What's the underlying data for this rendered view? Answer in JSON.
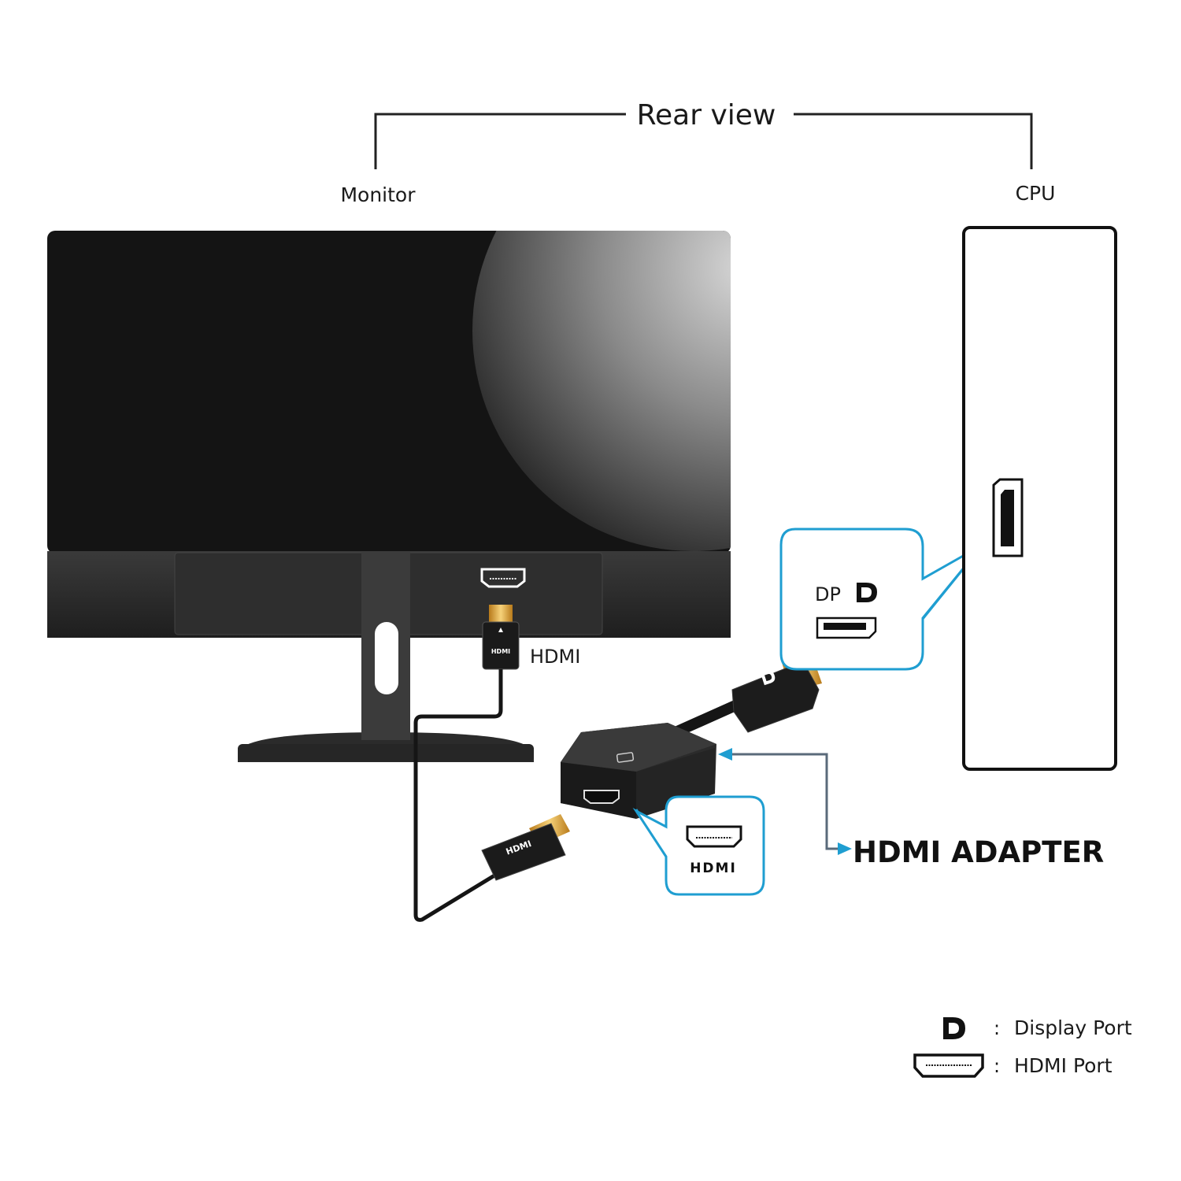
{
  "diagram": {
    "header": {
      "title": "Rear view",
      "left_label": "Monitor",
      "right_label": "CPU"
    },
    "monitor": {
      "port_label": "HDMI"
    },
    "callout_dp": {
      "label": "DP"
    },
    "callout_hdmi": {
      "logo_text": "HDMI"
    },
    "adapter_label": "HDMI ADAPTER",
    "plug_text": "HDMI",
    "legend": [
      {
        "icon": "displayport-icon",
        "separator": ":",
        "text": "Display Port"
      },
      {
        "icon": "hdmi-port-icon",
        "separator": ":",
        "text": "HDMI Port"
      }
    ]
  },
  "colors": {
    "accent": "#1f9ed1",
    "arrow_line": "#5a6a7a",
    "ink": "#111111",
    "panel_dark": "#151515",
    "panel_light": "#c8c8c8",
    "gold": "#e2a53a"
  }
}
